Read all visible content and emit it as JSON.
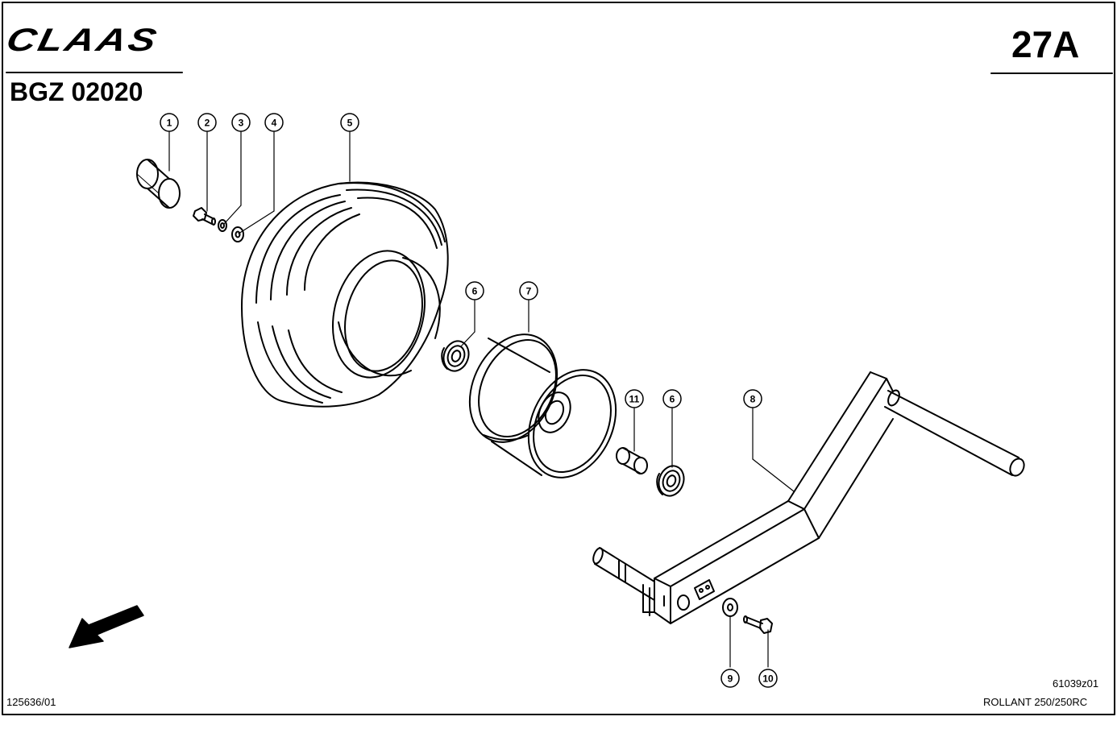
{
  "header": {
    "brand": "CLAAS",
    "page_code": "27A",
    "document_number": "BGZ 02020"
  },
  "footer": {
    "drawing_ref": "61039z01",
    "model": "ROLLANT 250/250RC",
    "sheet_number": "125636/01"
  },
  "callouts": [
    "1",
    "2",
    "3",
    "4",
    "5",
    "6",
    "7",
    "6",
    "8",
    "9",
    "10",
    "11"
  ],
  "parts": [
    "cap",
    "bolt",
    "lock-washer",
    "washer",
    "tire",
    "bearing",
    "rim",
    "bearing",
    "axle-arm",
    "washer",
    "bolt",
    "spacer-sleeve"
  ]
}
